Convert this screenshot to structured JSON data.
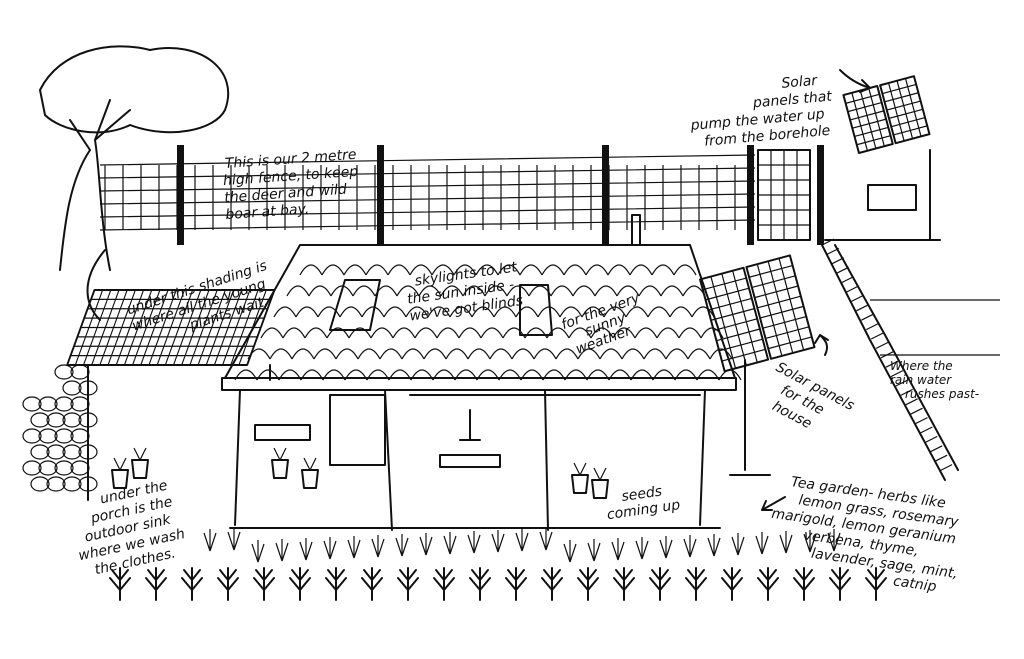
{
  "colors": {
    "ink": "#111111",
    "paper": "#ffffff"
  },
  "annotations": {
    "fence": [
      "This is our 2 metre",
      "high fence, to keep",
      "the deer and wild",
      "boar at bay."
    ],
    "pump_panels": [
      "Solar",
      "panels that",
      "pump the water up",
      "from the borehole"
    ],
    "shading": [
      "under this shading is",
      "where all the young",
      "plants wait."
    ],
    "skylights": [
      "skylights to let",
      "the sun inside -",
      "we've got blinds"
    ],
    "sunny": [
      "for the very",
      "sunny",
      "weather"
    ],
    "house_panels": [
      "Solar panels",
      "for the",
      "house"
    ],
    "rain": [
      "Where the",
      "rain water",
      "rushes past-"
    ],
    "porch": [
      "under the",
      "porch is the",
      "outdoor sink",
      "where we wash",
      "the clothes."
    ],
    "seeds": [
      "seeds",
      "coming up"
    ],
    "tea_garden": [
      "Tea garden- herbs like",
      "lemon grass, rosemary",
      "marigold, lemon geranium",
      "verbena, thyme,",
      "lavender, sage, mint,",
      "catnip"
    ]
  }
}
